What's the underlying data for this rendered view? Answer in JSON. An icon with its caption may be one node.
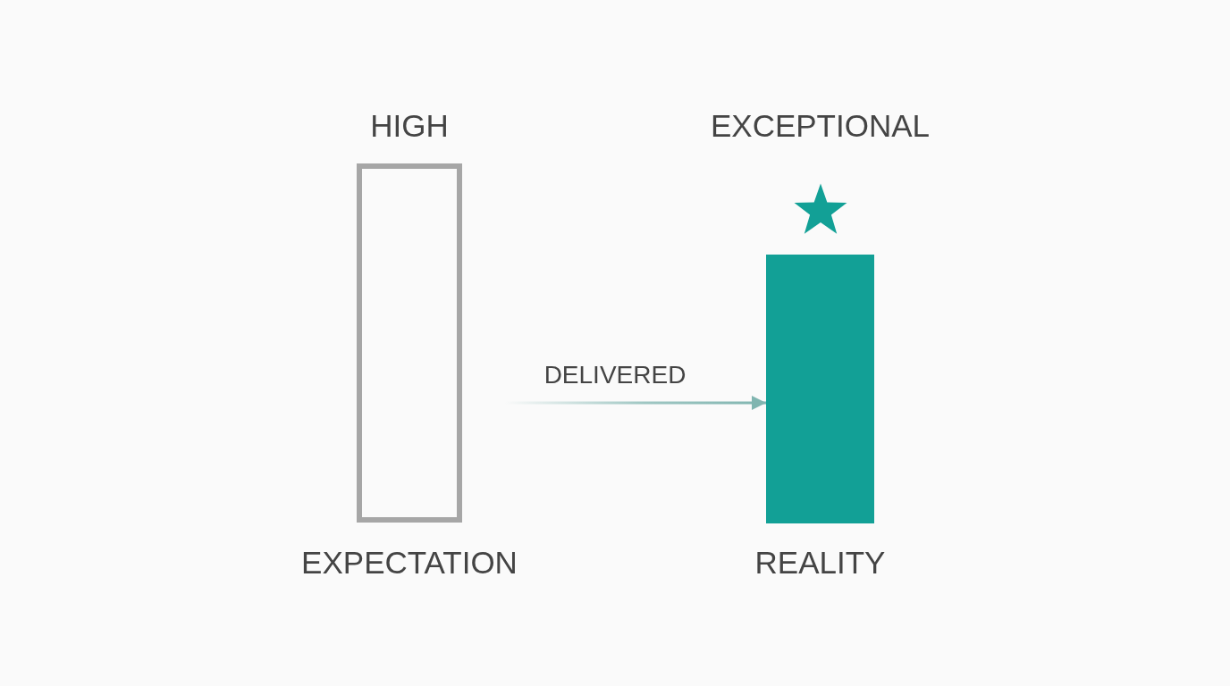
{
  "diagram": {
    "nodes": [
      {
        "text": [
          "HIGH",
          "EXPECTATION"
        ]
      },
      {
        "text": [
          "EXCEPTIONAL",
          "REALITY"
        ]
      }
    ],
    "edges": [
      {
        "from": 0,
        "to": 1,
        "arrow": "to",
        "label": "DELIVERED"
      }
    ]
  }
}
